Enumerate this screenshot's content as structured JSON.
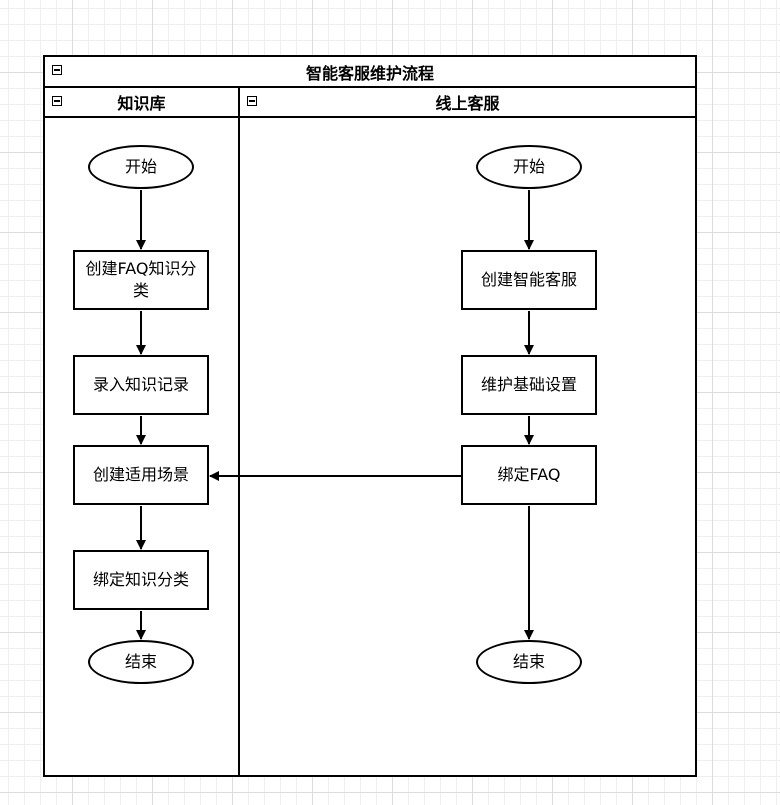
{
  "diagram": {
    "pool_title": "智能客服维护流程",
    "lanes": [
      {
        "title": "知识库"
      },
      {
        "title": "线上客服"
      }
    ],
    "knowledge_nodes": {
      "start": "开始",
      "create_faq_category": "创建FAQ知识分类",
      "enter_knowledge": "录入知识记录",
      "create_scene": "创建适用场景",
      "bind_category": "绑定知识分类",
      "end": "结束"
    },
    "service_nodes": {
      "start": "开始",
      "create_bot": "创建智能客服",
      "basic_settings": "维护基础设置",
      "bind_faq": "绑定FAQ",
      "end": "结束"
    },
    "edges": [
      {
        "from": "开始",
        "to": "创建FAQ知识分类"
      },
      {
        "from": "创建FAQ知识分类",
        "to": "录入知识记录"
      },
      {
        "from": "录入知识记录",
        "to": "创建适用场景"
      },
      {
        "from": "创建适用场景",
        "to": "绑定知识分类"
      },
      {
        "from": "绑定知识分类",
        "to": "结束"
      },
      {
        "from": "开始",
        "to": "创建智能客服"
      },
      {
        "from": "创建智能客服",
        "to": "维护基础设置"
      },
      {
        "from": "维护基础设置",
        "to": "绑定FAQ"
      },
      {
        "from": "绑定FAQ",
        "to": "结束"
      },
      {
        "from": "绑定FAQ",
        "to": "创建适用场景"
      }
    ]
  }
}
